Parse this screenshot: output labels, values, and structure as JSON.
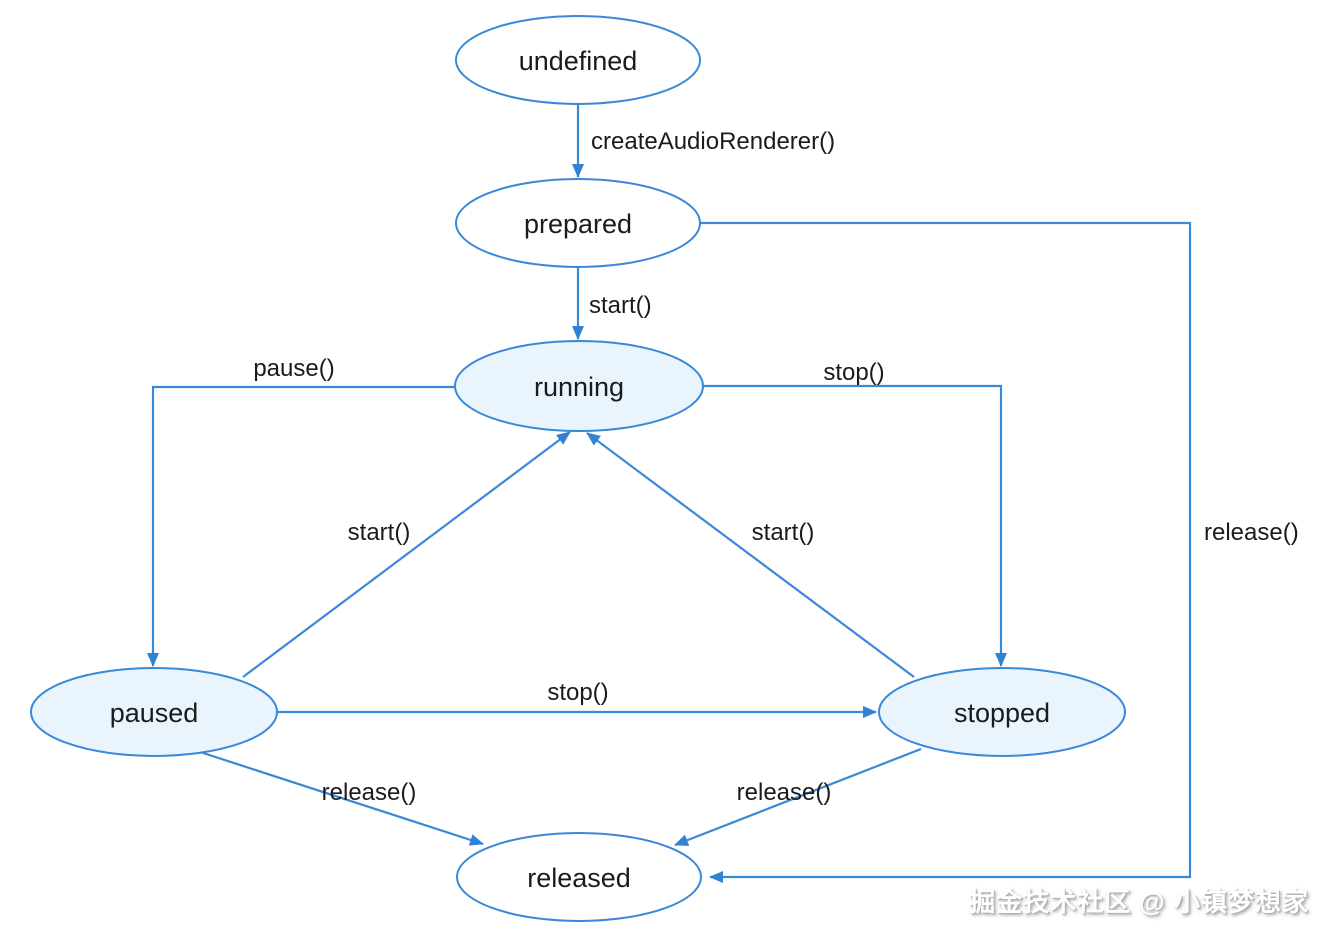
{
  "diagram": {
    "type": "state-transition-diagram",
    "states": {
      "undefined": "undefined",
      "prepared": "prepared",
      "running": "running",
      "paused": "paused",
      "stopped": "stopped",
      "released": "released"
    },
    "edges": {
      "create_audio_renderer": "createAudioRenderer()",
      "start_prepared_to_running": "start()",
      "pause_running_to_paused": "pause()",
      "stop_running_to_stopped": "stop()",
      "start_paused_to_running": "start()",
      "start_stopped_to_running": "start()",
      "stop_paused_to_stopped": "stop()",
      "release_paused_to_released": "release()",
      "release_stopped_to_released": "release()",
      "release_prepared_to_released": "release()"
    },
    "colors": {
      "edge_stroke": "#3a88d8",
      "arrowhead_fill": "#2f82d6",
      "node_fill_highlight": "#e9f4fc",
      "node_fill_plain": "#ffffff",
      "text": "#1b1b1b"
    }
  },
  "watermark": {
    "text": "掘金技术社区 @ 小镇梦想家"
  }
}
